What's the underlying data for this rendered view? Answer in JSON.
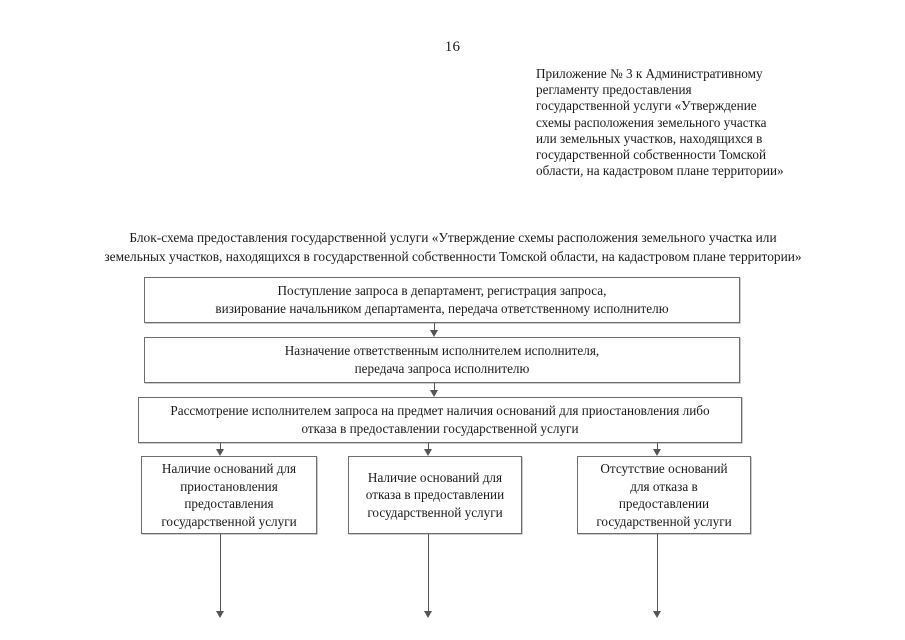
{
  "document": {
    "page_number": "16",
    "appendix_note": [
      "Приложение № 3 к Административному",
      "регламенту предоставления",
      "государственной услуги «Утверждение",
      "схемы расположения земельного участка",
      "или земельных участков, находящихся в",
      "государственной собственности Томской",
      "области, на кадастровом плане территории»"
    ],
    "chart_title": [
      "Блок-схема предоставления государственной услуги «Утверждение схемы расположения земельного участка или",
      "земельных участков, находящихся в государственной собственности Томской области, на кадастровом плане территории»"
    ]
  },
  "flowchart": {
    "nodes": [
      {
        "id": "n1",
        "lines": [
          "Поступление запроса в департамент, регистрация запроса,",
          "визирование начальником департамента, передача ответственному исполнителю"
        ]
      },
      {
        "id": "n2",
        "lines": [
          "Назначение ответственным исполнителем исполнителя,",
          "передача запроса исполнителю"
        ]
      },
      {
        "id": "n3",
        "lines": [
          "Рассмотрение исполнителем запроса на предмет наличия оснований для приостановления либо",
          "отказа в предоставлении государственной услуги"
        ]
      },
      {
        "id": "n4",
        "lines": [
          "Наличие оснований для",
          "приостановления",
          "предоставления",
          "государственной услуги"
        ]
      },
      {
        "id": "n5",
        "lines": [
          "Наличие оснований для",
          "отказа в предоставлении",
          "государственной услуги"
        ]
      },
      {
        "id": "n6",
        "lines": [
          "Отсутствие оснований",
          "для отказа в",
          "предоставлении",
          "государственной услуги"
        ]
      }
    ]
  },
  "colors": {
    "text": "#1a1a1a",
    "box_border": "#6e6e6e",
    "connector": "#555555",
    "background": "#ffffff"
  }
}
